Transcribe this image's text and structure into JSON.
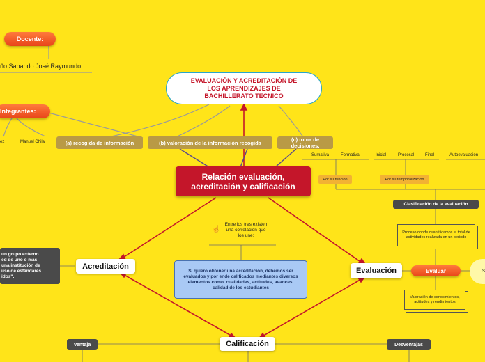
{
  "central": "Relación evaluación, acreditación y calificación",
  "title": "EVALUACIÓN Y ACREDITACIÓN DE LOS APRENDIZAJES DE BACHILLERATO TECNICO",
  "docente": {
    "label": "Docente:",
    "name": "ño Sabando José Raymundo"
  },
  "integrantes": {
    "label": "Integrantes:",
    "members": [
      "ez",
      "Manuel Chila"
    ]
  },
  "steps": [
    "(a) recogida de información",
    "(b) valoración de la información recogida",
    "(c) toma de decisiones."
  ],
  "acreditacion": {
    "label": "Acreditación",
    "definition": "un grupo externo\ned de uno o más\nuna institución de\nuso de estándares\nidos\"."
  },
  "calificacion": {
    "label": "Calificación",
    "ventaja": "Ventaja",
    "desventajas": "Desventajas"
  },
  "evaluacion": {
    "label": "Evaluación",
    "evaluar": "Evaluar",
    "cut_label": "S"
  },
  "intro_text": "Entre los tres existen una correlacion que los une:",
  "summary": "Si quiero obtener una acreditación, debemos ser evaluados y por ende calificados mediantes diversos elementos como. cualidades, actitudes, avances, calidad de los estudiantes",
  "clasificacion": {
    "header": "Clasificación de la evaluación",
    "por_funcion": "Por su función",
    "por_temporalizacion": "Por su temporalización",
    "funcion_items": [
      "Sumativa",
      "Formativa"
    ],
    "temporal_items": [
      "Inicial",
      "Procesal",
      "Final"
    ],
    "extra": "Autoevaluación",
    "description": "Proceso donde cuantificamos el total de actividades realizada en un periodo",
    "valoracion": "Valoración de conocimientos, actitudes y rendimientos"
  }
}
